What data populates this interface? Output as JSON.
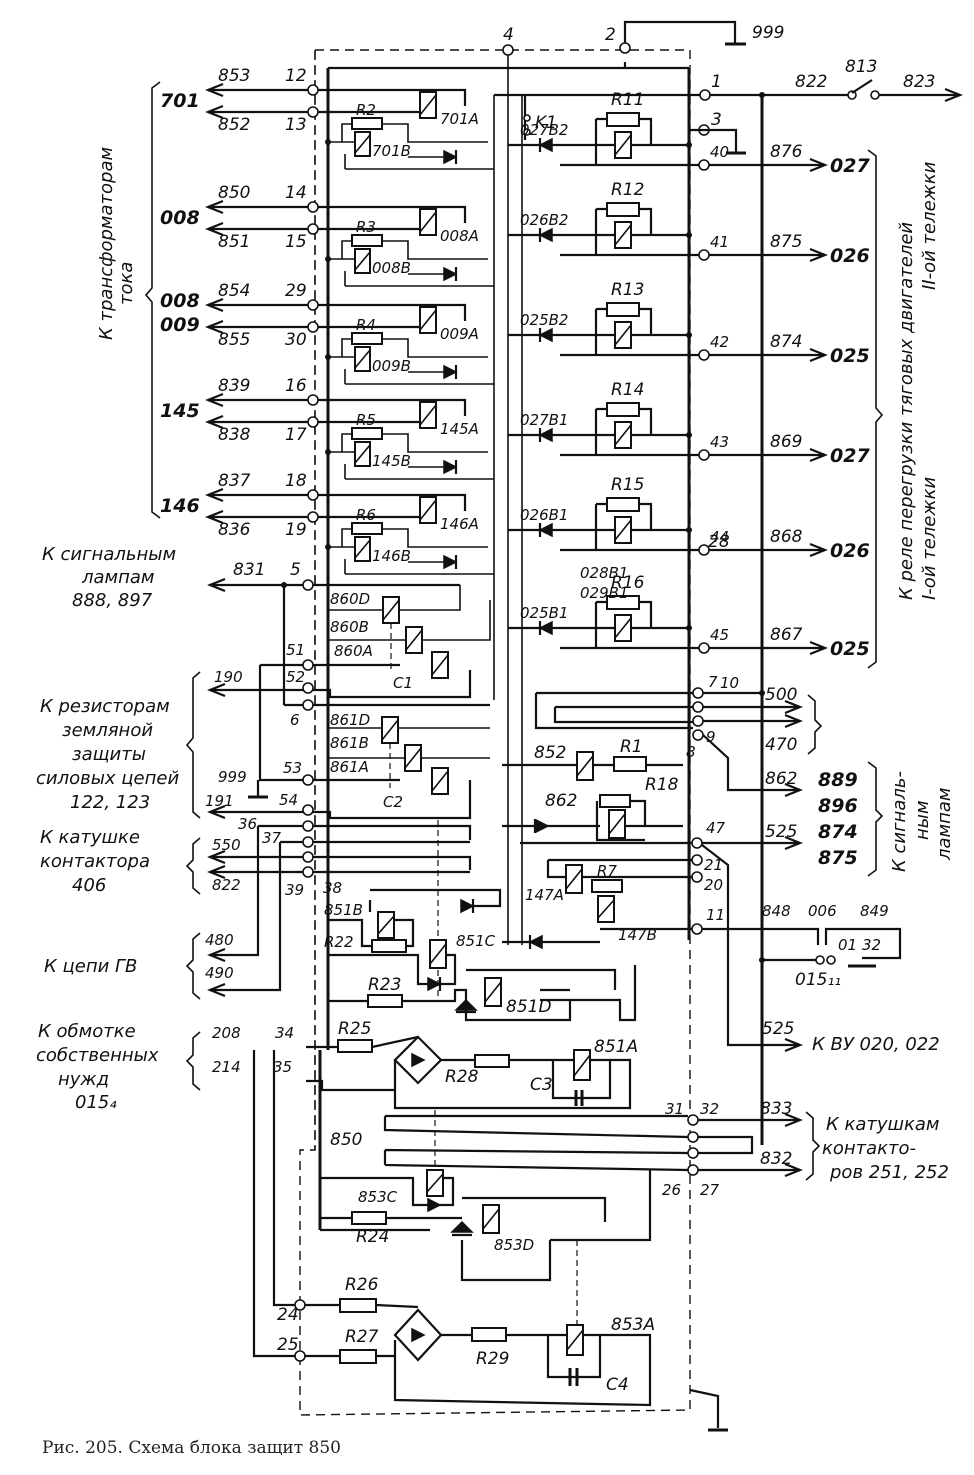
{
  "caption": "Рис. 205. Схема блока защит 850",
  "block_name": "850",
  "top_terminals": {
    "t4": "4",
    "t2": "2",
    "ground_999": "999"
  },
  "right_top": {
    "t1": "1",
    "t3": "3",
    "wire_822": "822",
    "switch_813": "813",
    "wire_823": "823",
    "relay_k1": "K1"
  },
  "left_groups": {
    "current_transformers": {
      "line1": "К трансформаторам",
      "line2": "тока"
    },
    "signal_lamps_left": {
      "line1": "К сигнальным",
      "line2": "лампам",
      "line3": "888, 897"
    },
    "earth_resistors": {
      "line1": "К резисторам",
      "line2": "земляной",
      "line3": "защиты",
      "line4": "силовых цепей",
      "line5": "122, 123"
    },
    "contactor_coil": {
      "line1": "К катушке",
      "line2": "контактора",
      "line3": "406"
    },
    "gv_circuits": {
      "line1": "К цепи ГВ"
    },
    "aux_winding": {
      "line1": "К обмотке",
      "line2": "собственных",
      "line3": "нужд",
      "line4": "015₄"
    }
  },
  "right_groups": {
    "overload_relays": {
      "line1": "К реле перегрузки тяговых двигателей",
      "line2a": "II-ой тележки",
      "line2b": "I-ой тележки"
    },
    "signal_lamps_right": {
      "line1": "К сигналь-",
      "line2": "ным",
      "line3": "лампам"
    },
    "vu": {
      "line1": "К ВУ 020, 022"
    },
    "contactor_coils": {
      "line1": "К катушкам",
      "line2": "контакто-",
      "line3": "ров 251, 252"
    }
  },
  "ct_inputs": [
    {
      "group": "701",
      "wire_a": "853",
      "term_a": "12",
      "wire_b": "852",
      "term_b": "13",
      "res": "R2",
      "relay_a": "701A",
      "relay_b": "701B"
    },
    {
      "group": "008",
      "wire_a": "850",
      "term_a": "14",
      "wire_b": "851",
      "term_b": "15",
      "res": "R3",
      "relay_a": "008A",
      "relay_b": "008B"
    },
    {
      "group": "008",
      "group2": "009",
      "wire_a": "854",
      "term_a": "29",
      "wire_b": "855",
      "term_b": "30",
      "res": "R4",
      "relay_a": "009A",
      "relay_b": "009B"
    },
    {
      "group": "145",
      "wire_a": "839",
      "term_a": "16",
      "wire_b": "838",
      "term_b": "17",
      "res": "R5",
      "relay_a": "145A",
      "relay_b": "145B"
    },
    {
      "group": "146",
      "wire_a": "837",
      "term_a": "18",
      "wire_b": "836",
      "term_b": "19",
      "res": "R6",
      "relay_a": "146A",
      "relay_b": "146B"
    }
  ],
  "overload_outputs": [
    {
      "relay": "027B2",
      "res": "R11",
      "term": "40",
      "wire": "876",
      "dest": "027"
    },
    {
      "relay": "026B2",
      "res": "R12",
      "term": "41",
      "wire": "875",
      "dest": "026"
    },
    {
      "relay": "025B2",
      "res": "R13",
      "term": "42",
      "wire": "874",
      "dest": "025"
    },
    {
      "relay": "027B1",
      "res": "R14",
      "term": "43",
      "wire": "869",
      "dest": "027"
    },
    {
      "relay": "026B1",
      "res": "R15",
      "term": "44",
      "wire": "868",
      "dest": "026"
    },
    {
      "relay": "025B1",
      "res": "R16",
      "term": "45",
      "wire": "867",
      "dest": "025"
    }
  ],
  "misc_right": {
    "t28": "28",
    "relay_028B1": "028B1",
    "relay_029B1": "029B1",
    "t7": "7",
    "t10": "10",
    "t9": "9",
    "t8": "8",
    "wire_500": "500",
    "wire_470": "470",
    "relay_852": "852",
    "res_R1": "R1",
    "res_R18": "R18",
    "wire_862": "862",
    "lamps": [
      "889",
      "896",
      "874",
      "875"
    ],
    "relay_862": "862",
    "t47": "47",
    "wire_525": "525",
    "t21": "21",
    "t20": "20",
    "res_R7": "R7",
    "relay_147A": "147A",
    "relay_147B": "147B",
    "t11": "11",
    "wire_848": "848",
    "wire_006": "006",
    "wire_849": "849",
    "contact_01": "01",
    "contact_32": "32",
    "switch_015": "015₁₁",
    "wire_525b": "525"
  },
  "left_mid": {
    "wire_831": "831",
    "t5": "5",
    "relay_860D": "860D",
    "relay_860B": "860B",
    "relay_860A": "860A",
    "cap_C1": "C1",
    "t51": "51",
    "t52": "52",
    "wire_190": "190",
    "t6": "6",
    "relay_861D": "861D",
    "relay_861B": "861B",
    "relay_861A": "861A",
    "cap_C2": "C2",
    "wire_999": "999",
    "t53": "53",
    "wire_191": "191",
    "t54": "54",
    "t36": "36",
    "t37": "37",
    "wire_550": "550",
    "wire_822": "822",
    "t39": "39",
    "t38": "38",
    "relay_851B": "851B",
    "res_R22": "R22",
    "relay_851C": "851C",
    "wire_480": "480",
    "wire_490": "490",
    "res_R23": "R23",
    "relay_851D": "851D",
    "res_R25": "R25",
    "wire_208": "208",
    "t34": "34",
    "wire_214": "214",
    "t35": "35",
    "res_R28": "R28",
    "cap_C3": "C3",
    "relay_851A": "851A"
  },
  "bottom": {
    "t31": "31",
    "t32": "32",
    "wire_833": "833",
    "wire_832": "832",
    "t26": "26",
    "t27": "27",
    "label_850": "850",
    "relay_853C": "853C",
    "res_R24": "R24",
    "relay_853D": "853D",
    "res_R26": "R26",
    "res_R27": "R27",
    "t24": "24",
    "t25": "25",
    "res_R29": "R29",
    "relay_853A": "853A",
    "cap_C4": "C4"
  }
}
